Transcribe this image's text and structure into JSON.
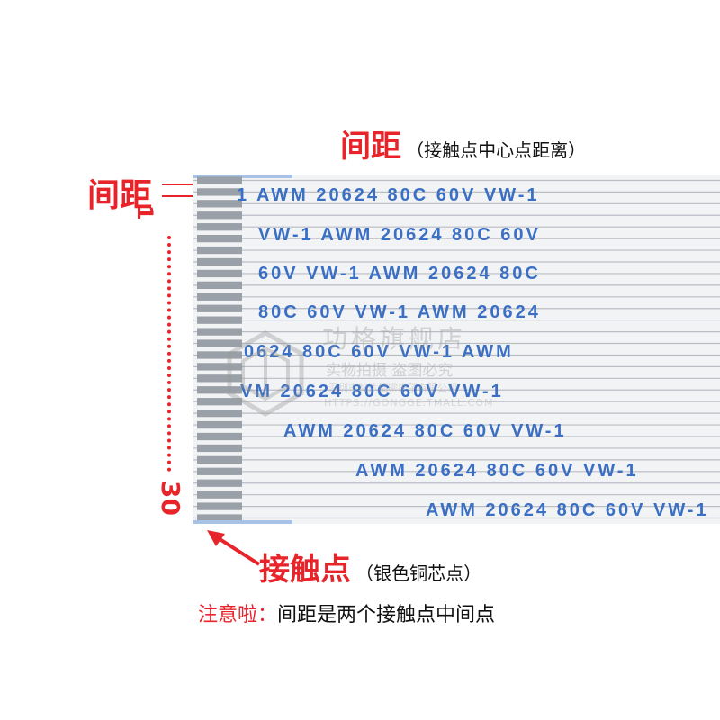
{
  "top_label": {
    "main": "间距",
    "sub": "（接触点中心点距离）"
  },
  "left_label": {
    "main": "间距",
    "pin_start": "1",
    "pin_end": "30"
  },
  "cable": {
    "conductor_count": 30,
    "print_lines": [
      "1      AWM  20624  80C  60V  VW-1",
      "VW-1      AWM  20624  80C  60V",
      "60V  VW-1      AWM  20624  80C",
      "80C  60V  VW-1      AWM  20624",
      "0624  80C  60V  VW-1      AWM",
      "VM  20624  80C  60V  VW-1",
      "AWM  20624  80C  60V  VW-1",
      "AWM  20624  80C  60V  VW-1",
      "AWM  20624  80C  60V  VW-1"
    ],
    "colors": {
      "print": "#3a6fc4",
      "conductor": "#b9bdc4",
      "insulation": "#f2f3f5",
      "stiffener": "#a8c2e6"
    }
  },
  "watermark": {
    "title": "功格旗舰店",
    "subtitle": "实物拍摄 盗图必究",
    "company": "深圳市智达精密电子有限公司",
    "url": "HTTPS://GONGGE.TMALL.COM"
  },
  "contact_label": {
    "main": "接触点",
    "sub": "（银色铜芯点）"
  },
  "note": {
    "warn": "注意啦：",
    "text": "间距是两个接触点中间点"
  },
  "accent_color": "#e8242b"
}
